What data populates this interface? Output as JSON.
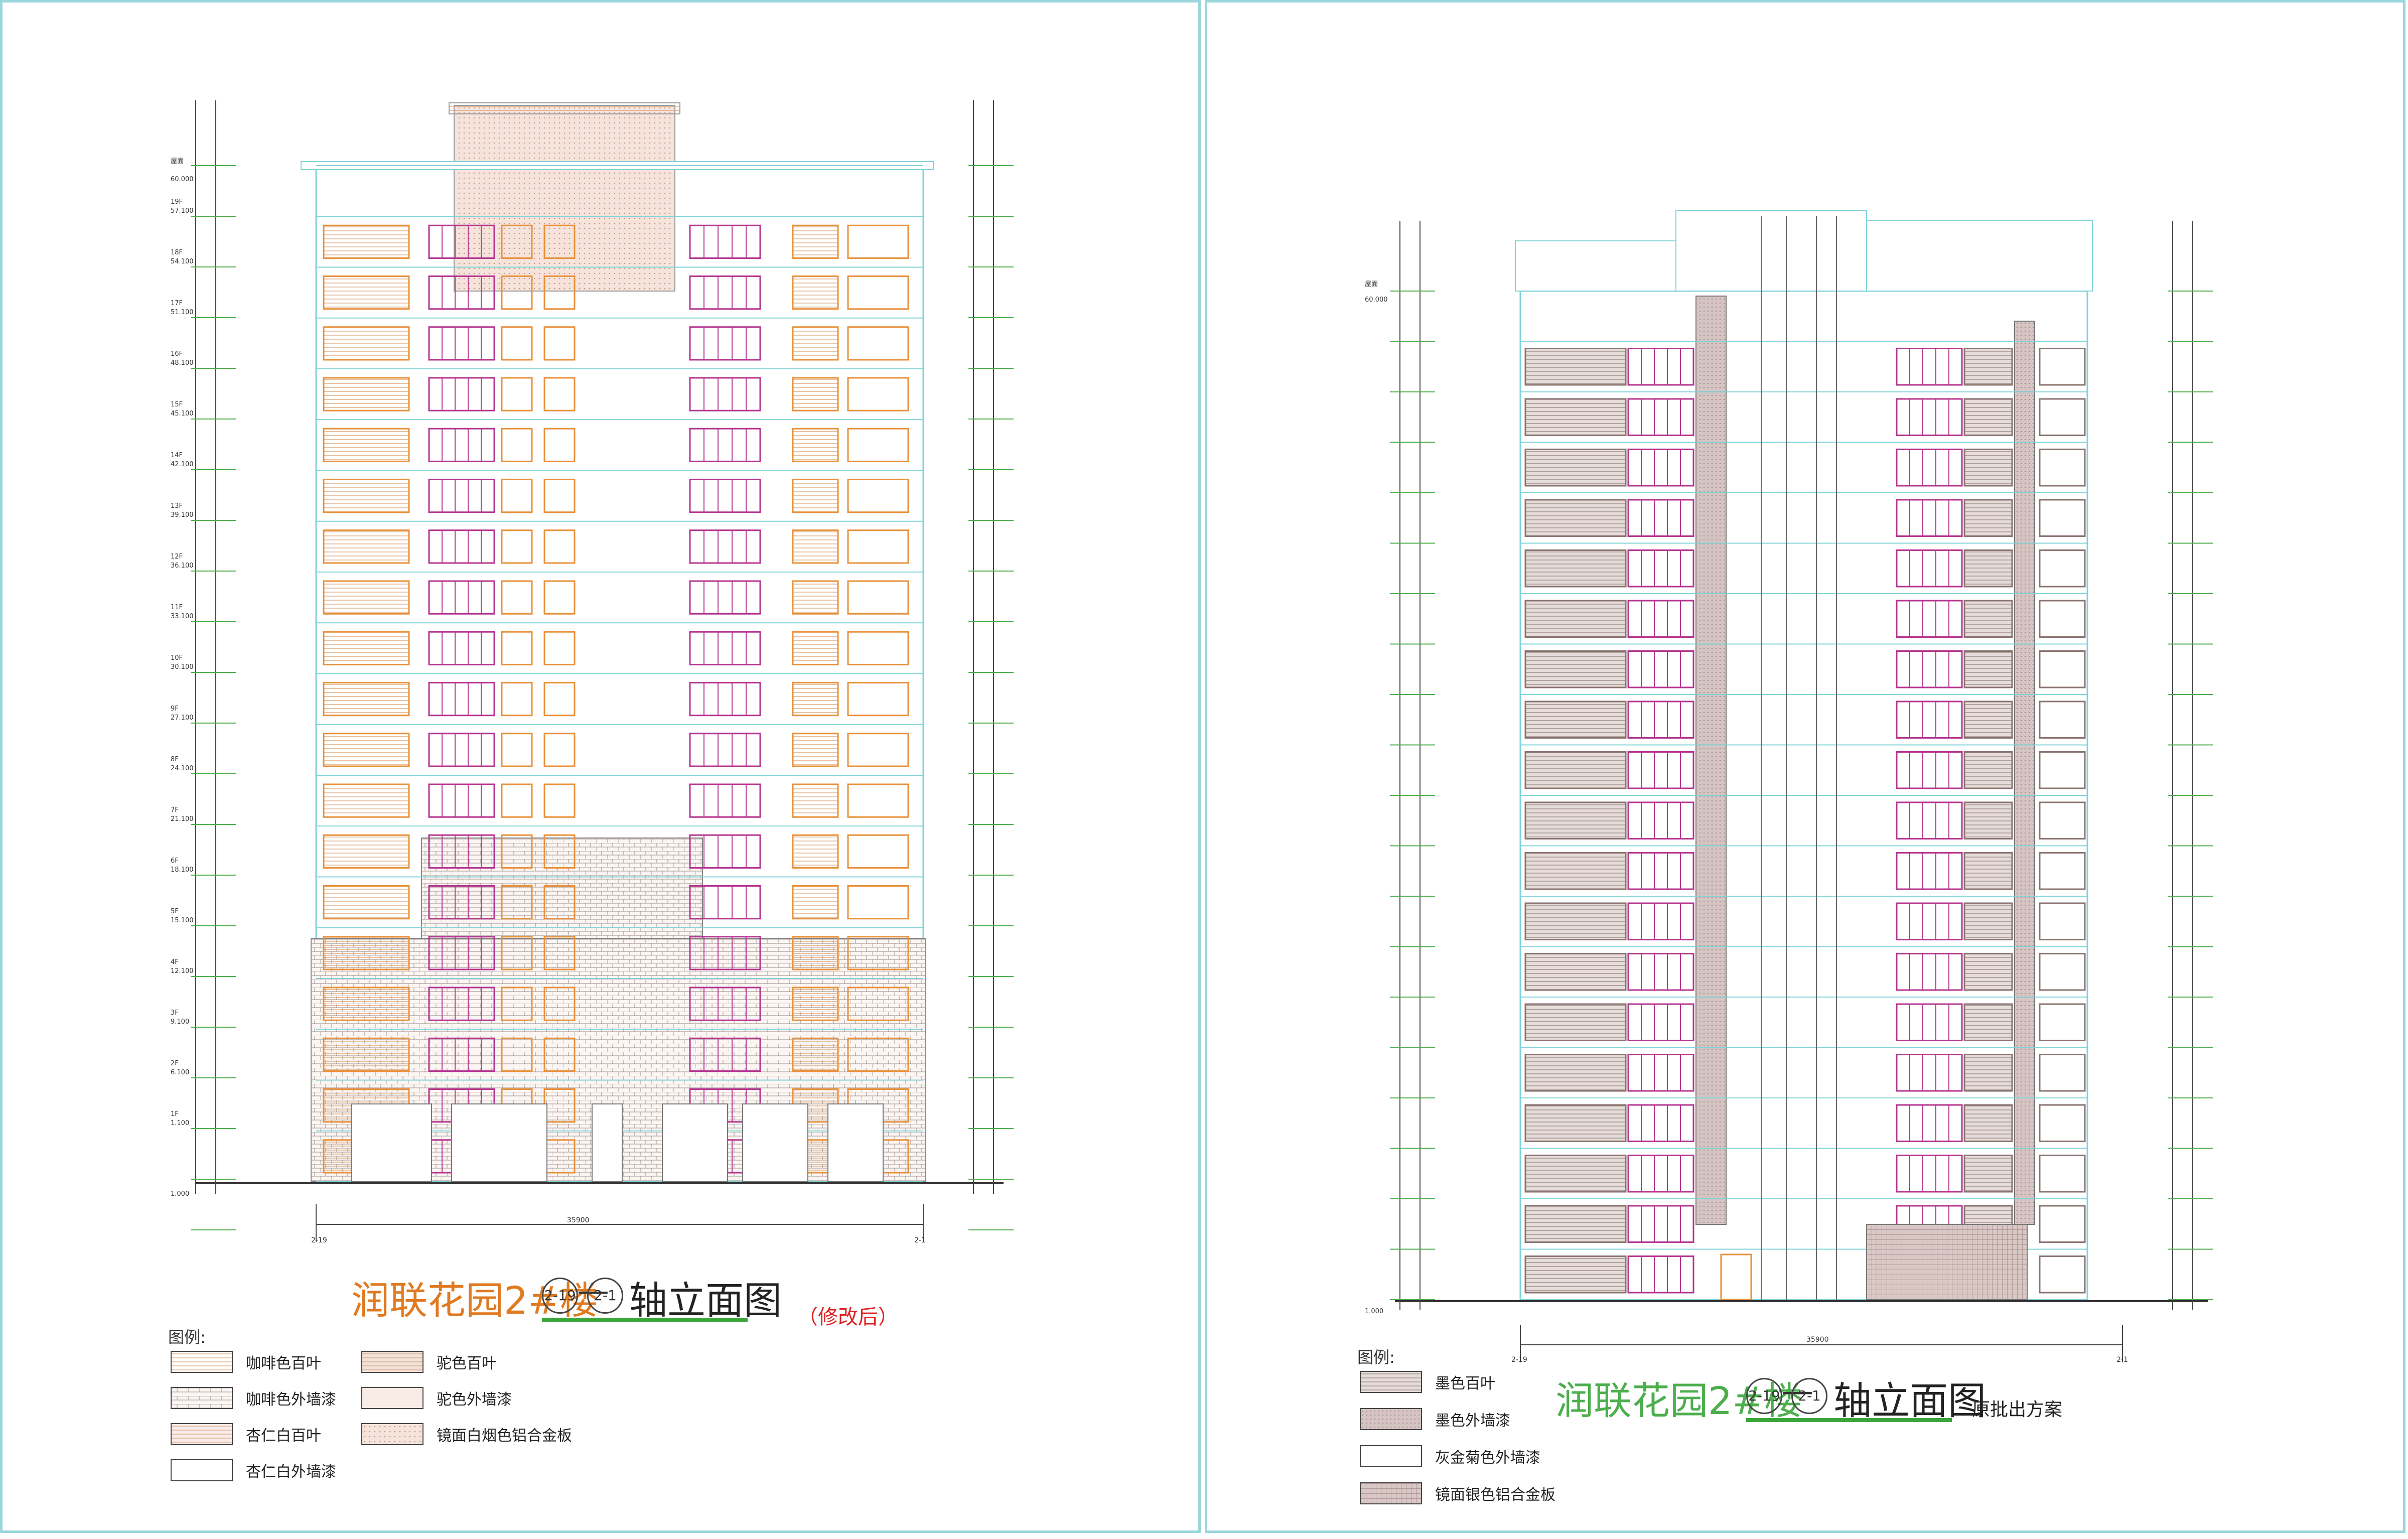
{
  "left": {
    "title_main": "润联花园2#楼",
    "axis_start": "2-19",
    "axis_dash": "—",
    "axis_end": "2-1",
    "title_suffix": "轴立面图",
    "note": "（修改后）",
    "legend_title": "图例:",
    "legend": [
      {
        "label": "咖啡色百叶"
      },
      {
        "label": "咖啡色外墙漆"
      },
      {
        "label": "杏仁白百叶"
      },
      {
        "label": "杏仁白外墙漆"
      },
      {
        "label": "驼色百叶"
      },
      {
        "label": "驼色外墙漆"
      },
      {
        "label": "镜面白烟色铝合金板"
      }
    ],
    "total_width_dim": "35900",
    "axis_label_left": "2-19",
    "axis_label_right": "2-1",
    "roof_label": "屋面",
    "roof_elev": "60.000",
    "floors": [
      {
        "name": "19F",
        "elev": "57.100"
      },
      {
        "name": "18F",
        "elev": "54.100"
      },
      {
        "name": "17F",
        "elev": "51.100"
      },
      {
        "name": "16F",
        "elev": "48.100"
      },
      {
        "name": "15F",
        "elev": "45.100"
      },
      {
        "name": "14F",
        "elev": "42.100"
      },
      {
        "name": "13F",
        "elev": "39.100"
      },
      {
        "name": "12F",
        "elev": "36.100"
      },
      {
        "name": "11F",
        "elev": "33.100"
      },
      {
        "name": "10F",
        "elev": "30.100"
      },
      {
        "name": "9F",
        "elev": "27.100"
      },
      {
        "name": "8F",
        "elev": "24.100"
      },
      {
        "name": "7F",
        "elev": "21.100"
      },
      {
        "name": "6F",
        "elev": "18.100"
      },
      {
        "name": "5F",
        "elev": "15.100"
      },
      {
        "name": "4F",
        "elev": "12.100"
      },
      {
        "name": "3F",
        "elev": "9.100"
      },
      {
        "name": "2F",
        "elev": "6.100"
      },
      {
        "name": "1F",
        "elev": "1.100"
      }
    ],
    "ground_elev": "1.000"
  },
  "right": {
    "title_main": "润联花园2#楼",
    "axis_start": "2-19",
    "axis_dash": "—",
    "axis_end": "2-1",
    "title_suffix": "轴立面图",
    "note": "原批出方案",
    "legend_title": "图例:",
    "legend": [
      {
        "label": "墨色百叶"
      },
      {
        "label": "墨色外墙漆"
      },
      {
        "label": "灰金菊色外墙漆"
      },
      {
        "label": "镜面银色铝合金板"
      }
    ],
    "total_width_dim": "35900",
    "axis_label_left": "2-19",
    "axis_label_right": "2-1",
    "roof_label": "屋面",
    "roof_elev": "60.000",
    "ground_elev": "1.000"
  },
  "colors": {
    "frame": "#9ad6dc",
    "facade_line": "#7fd3d8",
    "window_orange": "#e8903a",
    "window_magenta": "#b5348f",
    "title_left": "#e07a20",
    "title_right": "#4cae4c",
    "note_red": "#e02020",
    "underline_green": "#3aa63a"
  }
}
